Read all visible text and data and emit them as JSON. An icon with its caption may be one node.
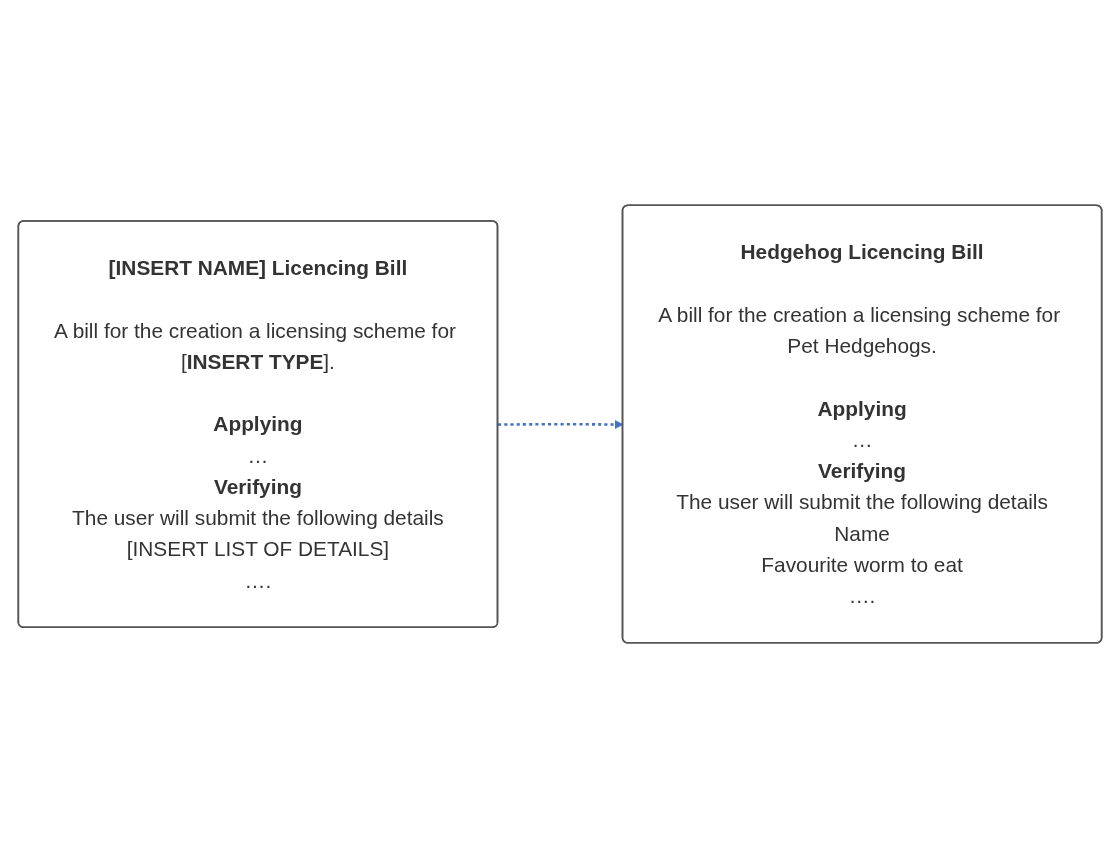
{
  "diagram": {
    "nodes": [
      {
        "text": [
          "**[INSERT NAME]** Licencing Bill",
          "A bill for the creation a licensing scheme for [**INSERT TYPE**].",
          "Applying",
          "…",
          "Verifying",
          "The user will submit the following details",
          "[**INSERT LIST OF DETAILS**]",
          "…."
        ]
      },
      {
        "text": [
          "Hedgehog Licencing Bill",
          "A bill for the creation a licensing scheme for Pet Hedgehogs.",
          "Applying",
          "…",
          "Verifying",
          "The user will submit the following details",
          "Name",
          "Favourite worm to eat",
          "…."
        ]
      }
    ],
    "edges": [
      {
        "from": 0,
        "to": 1,
        "arrow": "to",
        "style": "dashed",
        "color": "#4472c4"
      }
    ]
  }
}
